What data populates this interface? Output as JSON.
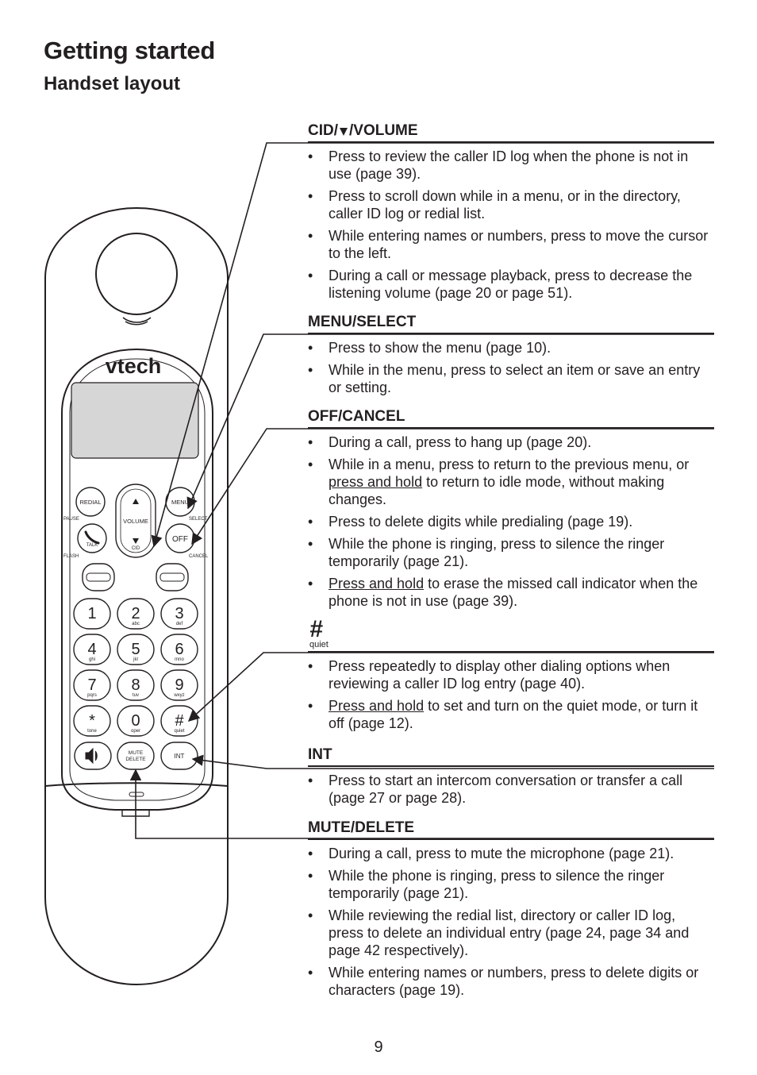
{
  "page": {
    "title": "Getting started",
    "subtitle": "Handset layout",
    "page_number": "9"
  },
  "sections": {
    "cid": {
      "title_pre": "CID/",
      "title_post": "/VOLUME",
      "bullets": [
        "Press to review the caller ID log when the phone is not in use (page 39).",
        "Press to scroll down while in a menu, or in the directory, caller ID log or redial list.",
        "While entering names or numbers, press to move the cursor to the left.",
        "During a call or message playback, press to decrease the listening volume (page 20 or page 51)."
      ]
    },
    "menu": {
      "title": "MENU/SELECT",
      "bullets": [
        "Press to show the menu (page 10).",
        "While in the menu, press to select an item or save an entry or setting."
      ]
    },
    "off": {
      "title": "OFF/CANCEL",
      "bullets": [
        "During a call, press to hang up (page 20).",
        {
          "pre": "While in a menu, press to return to the previous menu, or ",
          "u": "press and hold",
          "post": " to return to idle mode, without making changes."
        },
        "Press to delete digits while predialing (page 19).",
        "While the phone is ringing, press to silence the ringer temporarily (page 21).",
        {
          "pre": "",
          "u": "Press and hold",
          "post": " to erase the missed call indicator when the phone is not in use (page 39)."
        }
      ]
    },
    "quiet": {
      "symbol": "#",
      "label": "quiet",
      "bullets": [
        "Press repeatedly to display other dialing options when reviewing a caller ID log entry (page 40).",
        {
          "pre": "",
          "u": "Press and hold",
          "post": " to set and turn on the quiet mode, or turn it off (page 12)."
        }
      ]
    },
    "int": {
      "title": "INT",
      "bullets": [
        "Press to start an intercom conversation or transfer a call (page 27 or page 28)."
      ]
    },
    "mute": {
      "title": "MUTE/DELETE",
      "bullets": [
        "During a call, press to mute the microphone (page 21).",
        "While the phone is ringing, press to silence the ringer temporarily (page 21).",
        "While reviewing the redial list, directory or caller ID log, press to delete an individual entry (page 24, page 34 and page 42 respectively).",
        "While entering names or numbers, press to delete digits or characters (page 19)."
      ]
    }
  },
  "handset": {
    "brand": "vtech",
    "buttons": {
      "redial": "REDIAL",
      "menu": "MENU",
      "talk": "TALK",
      "off": "OFF",
      "volume": "VOLUME",
      "cid": "CID",
      "pause": "PAUSE",
      "select": "SELECT",
      "flash": "FLASH",
      "cancel": "CANCEL",
      "int": "INT",
      "mute": "MUTE",
      "delete": "DELETE",
      "quiet": "quiet"
    },
    "keys": [
      {
        "digit": "1",
        "letters": ""
      },
      {
        "digit": "2",
        "letters": "abc"
      },
      {
        "digit": "3",
        "letters": "def"
      },
      {
        "digit": "4",
        "letters": "ghi"
      },
      {
        "digit": "5",
        "letters": "jkl"
      },
      {
        "digit": "6",
        "letters": "mno"
      },
      {
        "digit": "7",
        "letters": "pqrs"
      },
      {
        "digit": "8",
        "letters": "tuv"
      },
      {
        "digit": "9",
        "letters": "wxyz"
      },
      {
        "digit": "*",
        "letters": "tone"
      },
      {
        "digit": "0",
        "letters": "oper"
      },
      {
        "digit": "#",
        "letters": "quiet"
      }
    ]
  },
  "icons": [
    "phone-handset-icon",
    "arrow-icon",
    "speaker-icon",
    "down-triangle-icon",
    "up-triangle-icon",
    "envelope-icon"
  ]
}
